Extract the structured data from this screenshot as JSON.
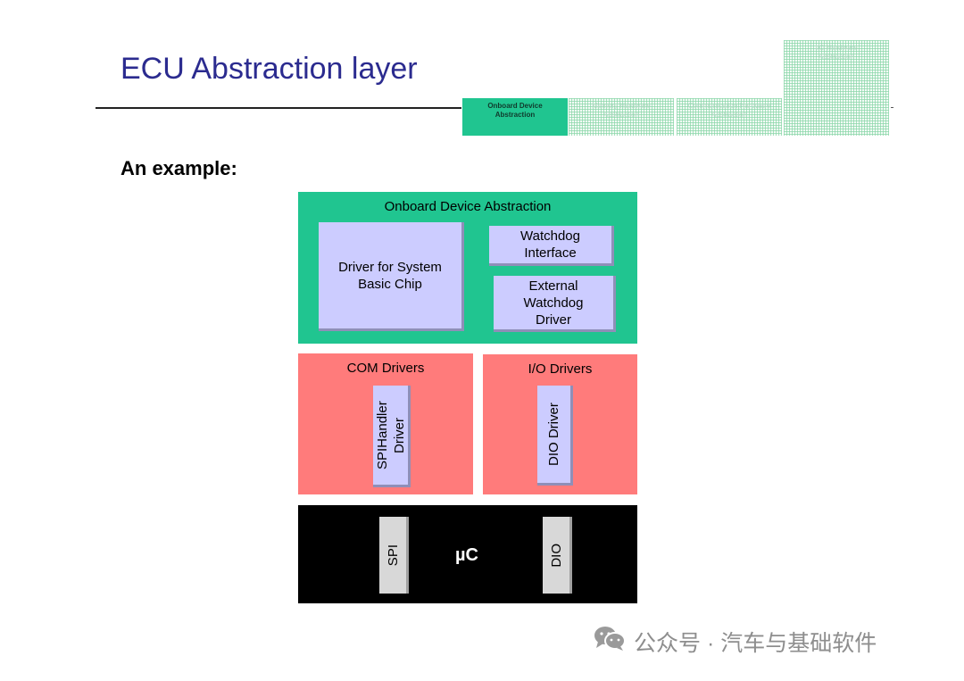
{
  "header": {
    "title": "ECU Abstraction layer",
    "nav_active": "Onboard Device Abstraction",
    "nav_faded": [
      "Memory Hardware Abstraction",
      "Communication Hardware Abstraction",
      "I/O Hardware Abstraction"
    ]
  },
  "subtitle": "An example:",
  "diagram": {
    "onboard": {
      "label": "Onboard Device Abstraction",
      "sbc_driver": "Driver for System Basic Chip",
      "watchdog_interface": "Watchdog Interface",
      "external_watchdog_driver": "External Watchdog Driver"
    },
    "com": {
      "label": "COM Drivers",
      "spi_handler": "SPIHandler Driver"
    },
    "io": {
      "label": "I/O Drivers",
      "dio_driver": "DIO Driver"
    },
    "mcu": {
      "label": "µC",
      "spi": "SPI",
      "dio": "DIO"
    }
  },
  "colors": {
    "green": "#20c590",
    "pink": "#ff7b7b",
    "module": "#ccccff",
    "title": "#2b2b8f"
  },
  "watermark": {
    "icon": "wechat-icon",
    "text": "公众号 · 汽车与基础软件"
  }
}
